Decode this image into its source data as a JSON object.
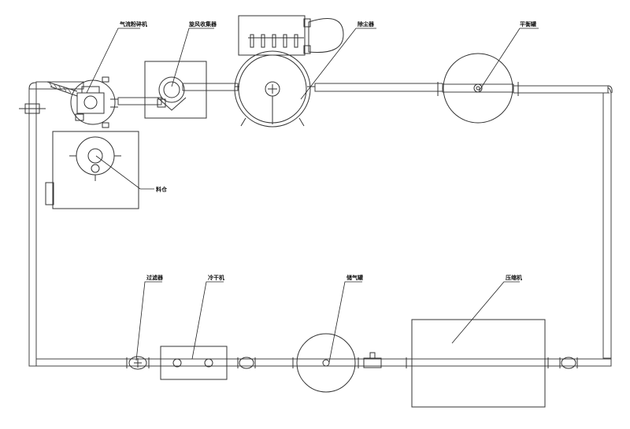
{
  "diagram": {
    "labels": {
      "grinder": "气流粉碎机",
      "cyclone": "旋风收集器",
      "dust_collector": "除尘器",
      "balance_tank": "平衡罐",
      "hopper": "料仓",
      "filter": "过滤器",
      "dryer": "冷干机",
      "gas_tank": "储气罐",
      "compressor": "压缩机"
    }
  }
}
